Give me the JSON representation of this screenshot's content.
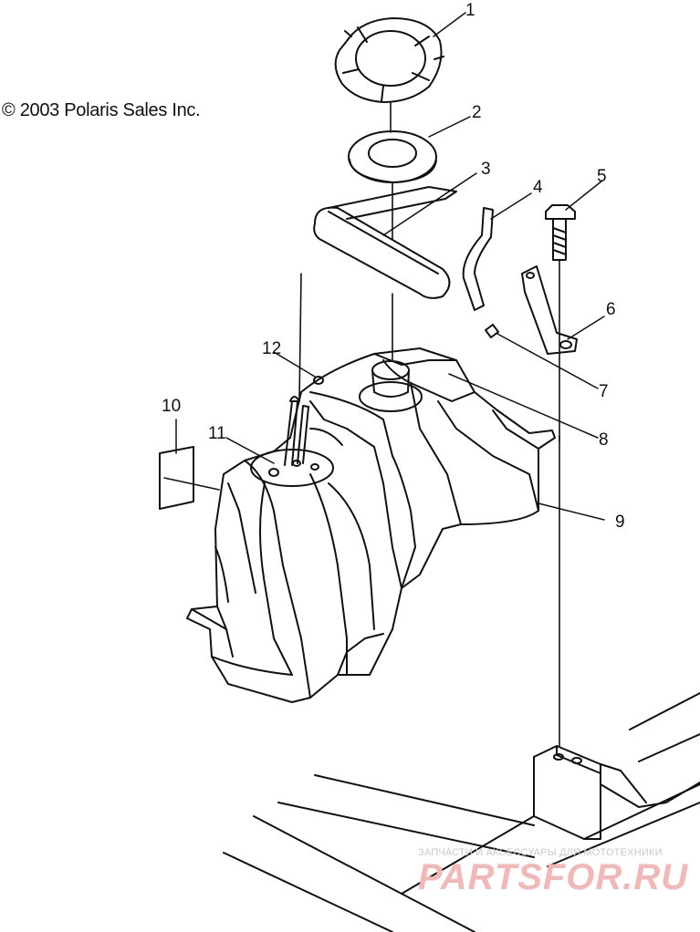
{
  "copyright": "© 2003 Polaris Sales Inc.",
  "callouts": [
    "1",
    "2",
    "3",
    "4",
    "5",
    "6",
    "7",
    "8",
    "9",
    "10",
    "11",
    "12"
  ],
  "watermark": {
    "caption": "ЗАПЧАСТИ И АКСЕССУАРЫ ДЛЯ МОТОТЕХНИКИ",
    "brand": "PARTSFOR.RU"
  },
  "colors": {
    "ink": "#111111",
    "watermark": "#f2b8b8"
  }
}
